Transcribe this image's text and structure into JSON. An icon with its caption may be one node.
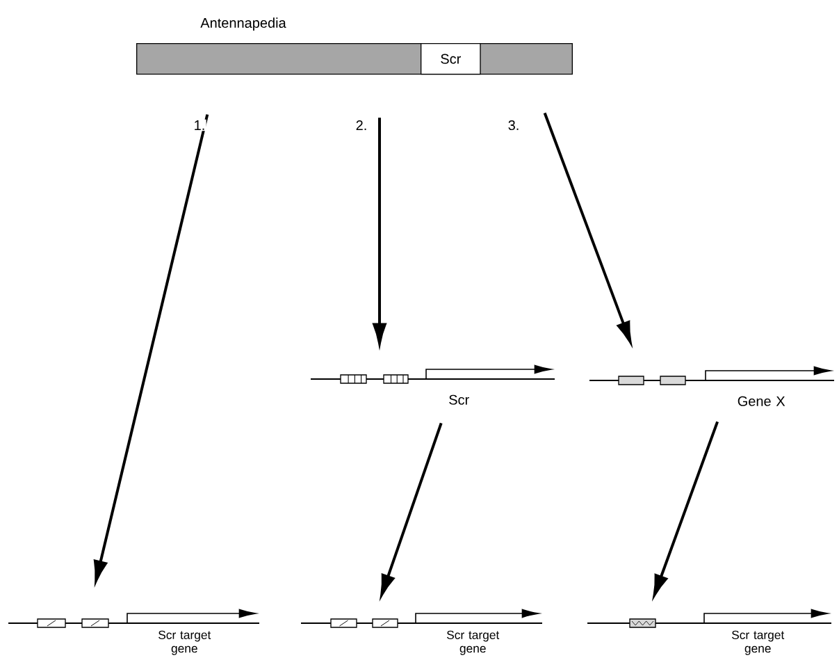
{
  "diagram": {
    "nodes": [
      {
        "text": [
          "Antennapedia"
        ]
      },
      {
        "text": [
          "Scr"
        ],
        "in": 0
      },
      {
        "text": [
          "Scr"
        ]
      },
      {
        "text": [
          "Gene X"
        ]
      },
      {
        "text": [
          "Scr target gene"
        ]
      },
      {
        "text": [
          "Scr target gene"
        ]
      },
      {
        "text": [
          "Scr target gene"
        ]
      }
    ],
    "edges": [
      {
        "from": 0,
        "to": 4,
        "arrow": "to",
        "label": "1."
      },
      {
        "from": 0,
        "to": 2,
        "arrow": "to",
        "label": "2."
      },
      {
        "from": 0,
        "to": 3,
        "arrow": "to",
        "label": "3."
      },
      {
        "from": 2,
        "to": 5,
        "arrow": "to"
      },
      {
        "from": 3,
        "to": 6,
        "arrow": "to"
      }
    ]
  }
}
